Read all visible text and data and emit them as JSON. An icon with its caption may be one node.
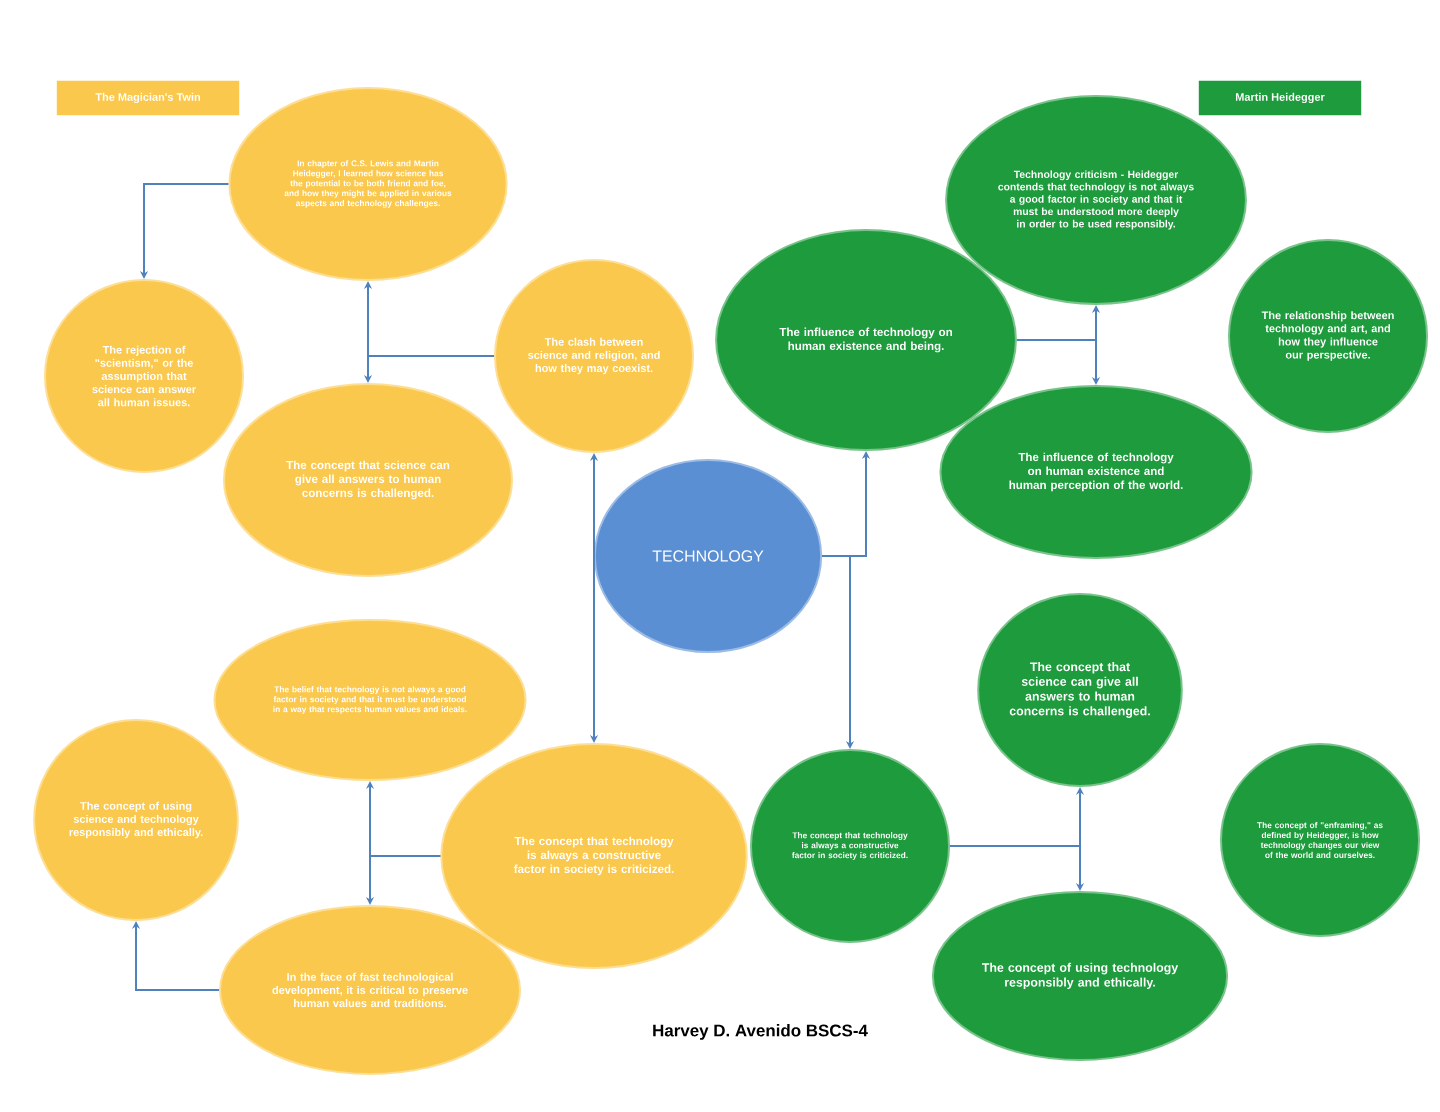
{
  "diagram": {
    "nodes": [
      {
        "text": [
          "The Magician's Twin"
        ]
      },
      {
        "text": [
          "In chapter of C.S. Lewis and Martin Heidegger, I learned how science has the potential to be both friend and foe, and how they might be applied in various aspects and technology challenges."
        ]
      },
      {
        "text": [
          "The rejection of \"scientism,\" or the assumption that science can answer all human issues."
        ]
      },
      {
        "text": [
          "The clash between science and religion, and how they may coexist."
        ]
      },
      {
        "text": [
          "The concept that science can give all answers to human concerns is challenged."
        ]
      },
      {
        "text": [
          "TECHNOLOGY"
        ]
      },
      {
        "text": [
          "The belief that technology is not always a good factor in society and that it must be understood in a way that respects human values and ideals."
        ]
      },
      {
        "text": [
          "The concept of using science and technology responsibly and ethically."
        ]
      },
      {
        "text": [
          "The concept that technology is always a constructive factor in society is criticized."
        ]
      },
      {
        "text": [
          "In the face of fast technological development, it is critical to preserve human values and traditions."
        ]
      },
      {
        "text": [
          "Martin Heidegger"
        ]
      },
      {
        "text": [
          "Technology criticism - Heidegger contends that technology is not always a good factor in society and that it must be understood more deeply in order to be used responsibly."
        ]
      },
      {
        "text": [
          "The influence of technology on human existence and being."
        ]
      },
      {
        "text": [
          "The relationship between technology and art, and how they influence our perspective."
        ]
      },
      {
        "text": [
          "The influence of technology on human existence and human perception of the world."
        ]
      },
      {
        "text": [
          "The concept that science can give all answers to human concerns is challenged."
        ]
      },
      {
        "text": [
          "The concept that technology is always a constructive factor in society is criticized."
        ]
      },
      {
        "text": [
          "The concept of \"enframing,\" as defined by Heidegger, is how technology changes our view of the world and ourselves."
        ]
      },
      {
        "text": [
          "The concept of using technology responsibly and ethically."
        ]
      }
    ],
    "edges": [
      {
        "from": 1,
        "to": 2,
        "arrow": "to"
      },
      {
        "from": 3,
        "to": 1,
        "arrow": "to"
      },
      {
        "from": 3,
        "to": 4,
        "arrow": "to"
      },
      {
        "from": 5,
        "to": 3,
        "arrow": "to"
      },
      {
        "from": 5,
        "to": 8,
        "arrow": "to"
      },
      {
        "from": 8,
        "to": 6,
        "arrow": "to"
      },
      {
        "from": 8,
        "to": 9,
        "arrow": "to"
      },
      {
        "from": 9,
        "to": 7,
        "arrow": "to"
      },
      {
        "from": 5,
        "to": 12,
        "arrow": "to"
      },
      {
        "from": 5,
        "to": 16,
        "arrow": "to"
      },
      {
        "from": 12,
        "to": 11,
        "arrow": "to"
      },
      {
        "from": 12,
        "to": 14,
        "arrow": "to"
      },
      {
        "from": 16,
        "to": 15,
        "arrow": "to"
      },
      {
        "from": 16,
        "to": 18,
        "arrow": "to"
      }
    ],
    "labels": [
      "Harvey D. Avenido BSCS-4"
    ]
  }
}
